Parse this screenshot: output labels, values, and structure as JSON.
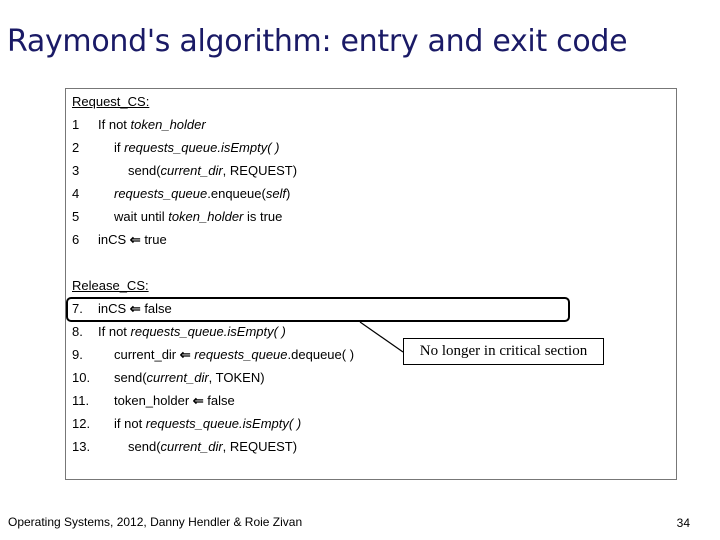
{
  "slide": {
    "title": "Raymond's algorithm: entry and exit code",
    "footer": "Operating Systems, 2012, Danny Hendler & Roie Zivan",
    "page_number": "34"
  },
  "request": {
    "header": "Request_CS:",
    "lines": [
      {
        "num": "1",
        "segs": [
          {
            "t": "If not "
          },
          {
            "t": "token_holder",
            "i": true
          }
        ]
      },
      {
        "num": "2",
        "segs": [
          {
            "t": "if "
          },
          {
            "t": "requests_queue.isEmpty( )",
            "i": true
          }
        ]
      },
      {
        "num": "3",
        "segs": [
          {
            "t": "send("
          },
          {
            "t": "current_dir",
            "i": true
          },
          {
            "t": ", REQUEST)"
          }
        ]
      },
      {
        "num": "4",
        "segs": [
          {
            "t": "requests_queue",
            "i": true
          },
          {
            "t": ".enqueue("
          },
          {
            "t": "self",
            "i": true
          },
          {
            "t": ")"
          }
        ]
      },
      {
        "num": "5",
        "segs": [
          {
            "t": "wait until "
          },
          {
            "t": "token_holder",
            "i": true
          },
          {
            "t": " is true"
          }
        ]
      },
      {
        "num": "6",
        "segs": [
          {
            "t": "inCS "
          },
          {
            "t": "⇐",
            "a": true
          },
          {
            "t": " true"
          }
        ]
      }
    ]
  },
  "release": {
    "header": "Release_CS:",
    "lines": [
      {
        "num": "7.",
        "segs": [
          {
            "t": "inCS "
          },
          {
            "t": "⇐",
            "a": true
          },
          {
            "t": " false"
          }
        ]
      },
      {
        "num": "8.",
        "segs": [
          {
            "t": "If not "
          },
          {
            "t": "requests_queue.isEmpty( )",
            "i": true
          }
        ]
      },
      {
        "num": "9.",
        "segs": [
          {
            "t": "current_dir "
          },
          {
            "t": "⇐",
            "a": true
          },
          {
            "t": " "
          },
          {
            "t": "requests_queue",
            "i": true
          },
          {
            "t": ".dequeue( )"
          }
        ]
      },
      {
        "num": "10.",
        "segs": [
          {
            "t": "send("
          },
          {
            "t": "current_dir",
            "i": true
          },
          {
            "t": ", TOKEN)"
          }
        ]
      },
      {
        "num": "11.",
        "segs": [
          {
            "t": "token_holder "
          },
          {
            "t": "⇐",
            "a": true
          },
          {
            "t": " false"
          }
        ]
      },
      {
        "num": "12.",
        "segs": [
          {
            "t": "if not "
          },
          {
            "t": "requests_queue.isEmpty( )",
            "i": true
          }
        ]
      },
      {
        "num": "13.",
        "segs": [
          {
            "t": "send("
          },
          {
            "t": "current_dir",
            "i": true
          },
          {
            "t": ", REQUEST)"
          }
        ]
      }
    ]
  },
  "callout": {
    "text": "No longer in critical section"
  },
  "colors": {
    "title": "#1a1a66"
  }
}
